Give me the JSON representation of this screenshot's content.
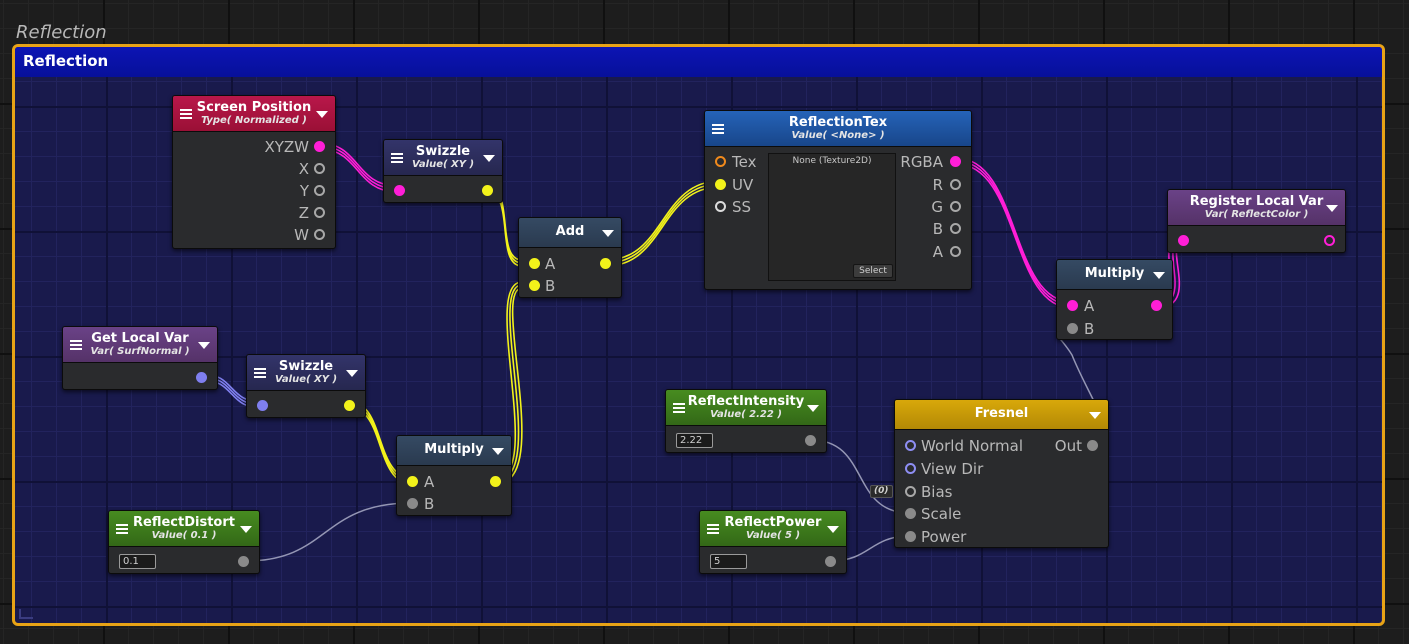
{
  "canvas_title": "Reflection",
  "group": {
    "title": "Reflection"
  },
  "colors": {
    "group_border": "#e8a316",
    "group_header": "#0c14b4",
    "wire_magenta": "#ff1ed7",
    "wire_yellow": "#f2f21a",
    "wire_blue": "#8080f0",
    "wire_grey": "#9496b4"
  },
  "nodes": {
    "screen_position": {
      "title": "Screen Position",
      "subtitle": "Type( Normalized )",
      "color": "#a9133f",
      "outputs": [
        "XYZW",
        "X",
        "Y",
        "Z",
        "W"
      ]
    },
    "swizzle1": {
      "title": "Swizzle",
      "subtitle": "Value( XY )",
      "color": "#2c2d5a"
    },
    "add": {
      "title": "Add",
      "color": "#2c3c50",
      "inputs": [
        "A",
        "B"
      ]
    },
    "reflection_tex": {
      "title": "ReflectionTex",
      "subtitle": "Value( <None> )",
      "color": "#1d4e9a",
      "inputs": [
        "Tex",
        "UV",
        "SS"
      ],
      "outputs": [
        "RGBA",
        "R",
        "G",
        "B",
        "A"
      ],
      "preview_text": "None (Texture2D)",
      "select_label": "Select"
    },
    "register_local_var": {
      "title": "Register Local Var",
      "subtitle": "Var( ReflectColor )",
      "color": "#5e3a78"
    },
    "multiply_top": {
      "title": "Multiply",
      "color": "#2c3c50",
      "inputs": [
        "A",
        "B"
      ]
    },
    "get_local_var": {
      "title": "Get Local Var",
      "subtitle": "Var( SurfNormal )",
      "color": "#5e3a78"
    },
    "swizzle2": {
      "title": "Swizzle",
      "subtitle": "Value( XY )",
      "color": "#2c2d5a"
    },
    "multiply_bottom": {
      "title": "Multiply",
      "color": "#2c3c50",
      "inputs": [
        "A",
        "B"
      ]
    },
    "reflect_distort": {
      "title": "ReflectDistort",
      "subtitle": "Value( 0.1 )",
      "color": "#3d7a1b",
      "value": "0.1"
    },
    "reflect_intensity": {
      "title": "ReflectIntensity",
      "subtitle": "Value( 2.22 )",
      "color": "#3d7a1b",
      "value": "2.22"
    },
    "reflect_power": {
      "title": "ReflectPower",
      "subtitle": "Value( 5 )",
      "color": "#3d7a1b",
      "value": "5"
    },
    "fresnel": {
      "title": "Fresnel",
      "color": "#c79a06",
      "inputs": [
        "World Normal",
        "View Dir",
        "Bias",
        "Scale",
        "Power"
      ],
      "output": "Out",
      "bias_badge": "(0)"
    }
  }
}
